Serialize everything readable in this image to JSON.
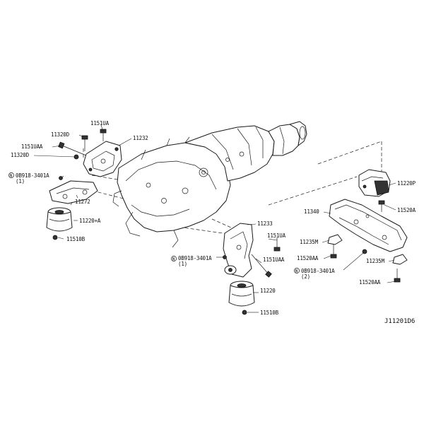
{
  "diagram": {
    "code": "J11201D6",
    "labels": {
      "l_1151UA_top": "1151UA",
      "l_11320D_a": "11320D",
      "l_11232": "11232",
      "l_1151UAA_left": "1151UAA",
      "l_11320D_b": "11320D",
      "l_0B918_left": "0B918-3401A",
      "l_0B918_left_qty": "(1)",
      "l_11272": "11272",
      "l_11220A": "11220+A",
      "l_11510B_left": "11510B",
      "l_11233": "11233",
      "l_1151UA_mid": "1151UA",
      "l_0B918_mid": "0B918-3401A",
      "l_0B918_mid_qty": "(1)",
      "l_1151UAA_mid": "1151UAA",
      "l_11220": "11220",
      "l_11510B_mid": "11510B",
      "l_11220P": "11220P",
      "l_11340": "11340",
      "l_11520A": "11520A",
      "l_11235M_a": "11235M",
      "l_11520AA_a": "11520AA",
      "l_11235M_b": "11235M",
      "l_0B918_right": "0B918-3401A",
      "l_0B918_right_qty": "(2)",
      "l_11520AA_b": "11520AA"
    }
  }
}
